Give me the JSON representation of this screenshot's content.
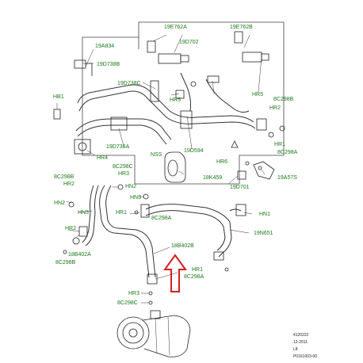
{
  "diagram": {
    "callouts": {
      "c19E762A": "19E762A",
      "c19E762B": "19E762B",
      "c19A834": "19A834",
      "c19D702": "19D702",
      "c19D738B": "19D738B",
      "c19D738C": "19D738C",
      "hr5a": "HR5",
      "hr5b": "HR5",
      "c8C298Btop": "8C298B",
      "hb1": "HB1",
      "hr2top": "HR2",
      "c19D738A": "19D738A",
      "nss": "NSS",
      "hr4": "HR4",
      "c19D594": "19D594",
      "hr1right": "HR1",
      "c8C298Aright": "8C298A",
      "hr6": "HR6",
      "c8C298Cleft": "8C298C",
      "c8C298Bleft": "8C298B",
      "hr3left": "HR3",
      "hr2left": "HR2",
      "c18K459": "18K459",
      "c19A57S": "19A57S",
      "c19D701": "19D701",
      "hn2a": "HN2",
      "hn3a": "HN3",
      "hn2b": "HN2",
      "hr1mid": "HR1",
      "c8C298Amid": "8C298A",
      "hn1": "HN1",
      "hn3b": "HN3",
      "hr2b": "HR2",
      "c19N651": "19N651",
      "c18B402A": "18B402A",
      "c8C298Bbottom": "8C298B",
      "c18B402B": "18B402B",
      "hr1low": "HR1",
      "c8C298Alow": "8C298A",
      "hr3low": "HR3",
      "c8C298Clow": "8C298C"
    },
    "codes": {
      "line1": "4120222",
      "line2": "12-2011",
      "line3": "L8",
      "line4": "P0161003-00"
    },
    "colors": {
      "callout": "#1a7a1a",
      "arrow": "#d42020",
      "linework": "#222222"
    }
  }
}
